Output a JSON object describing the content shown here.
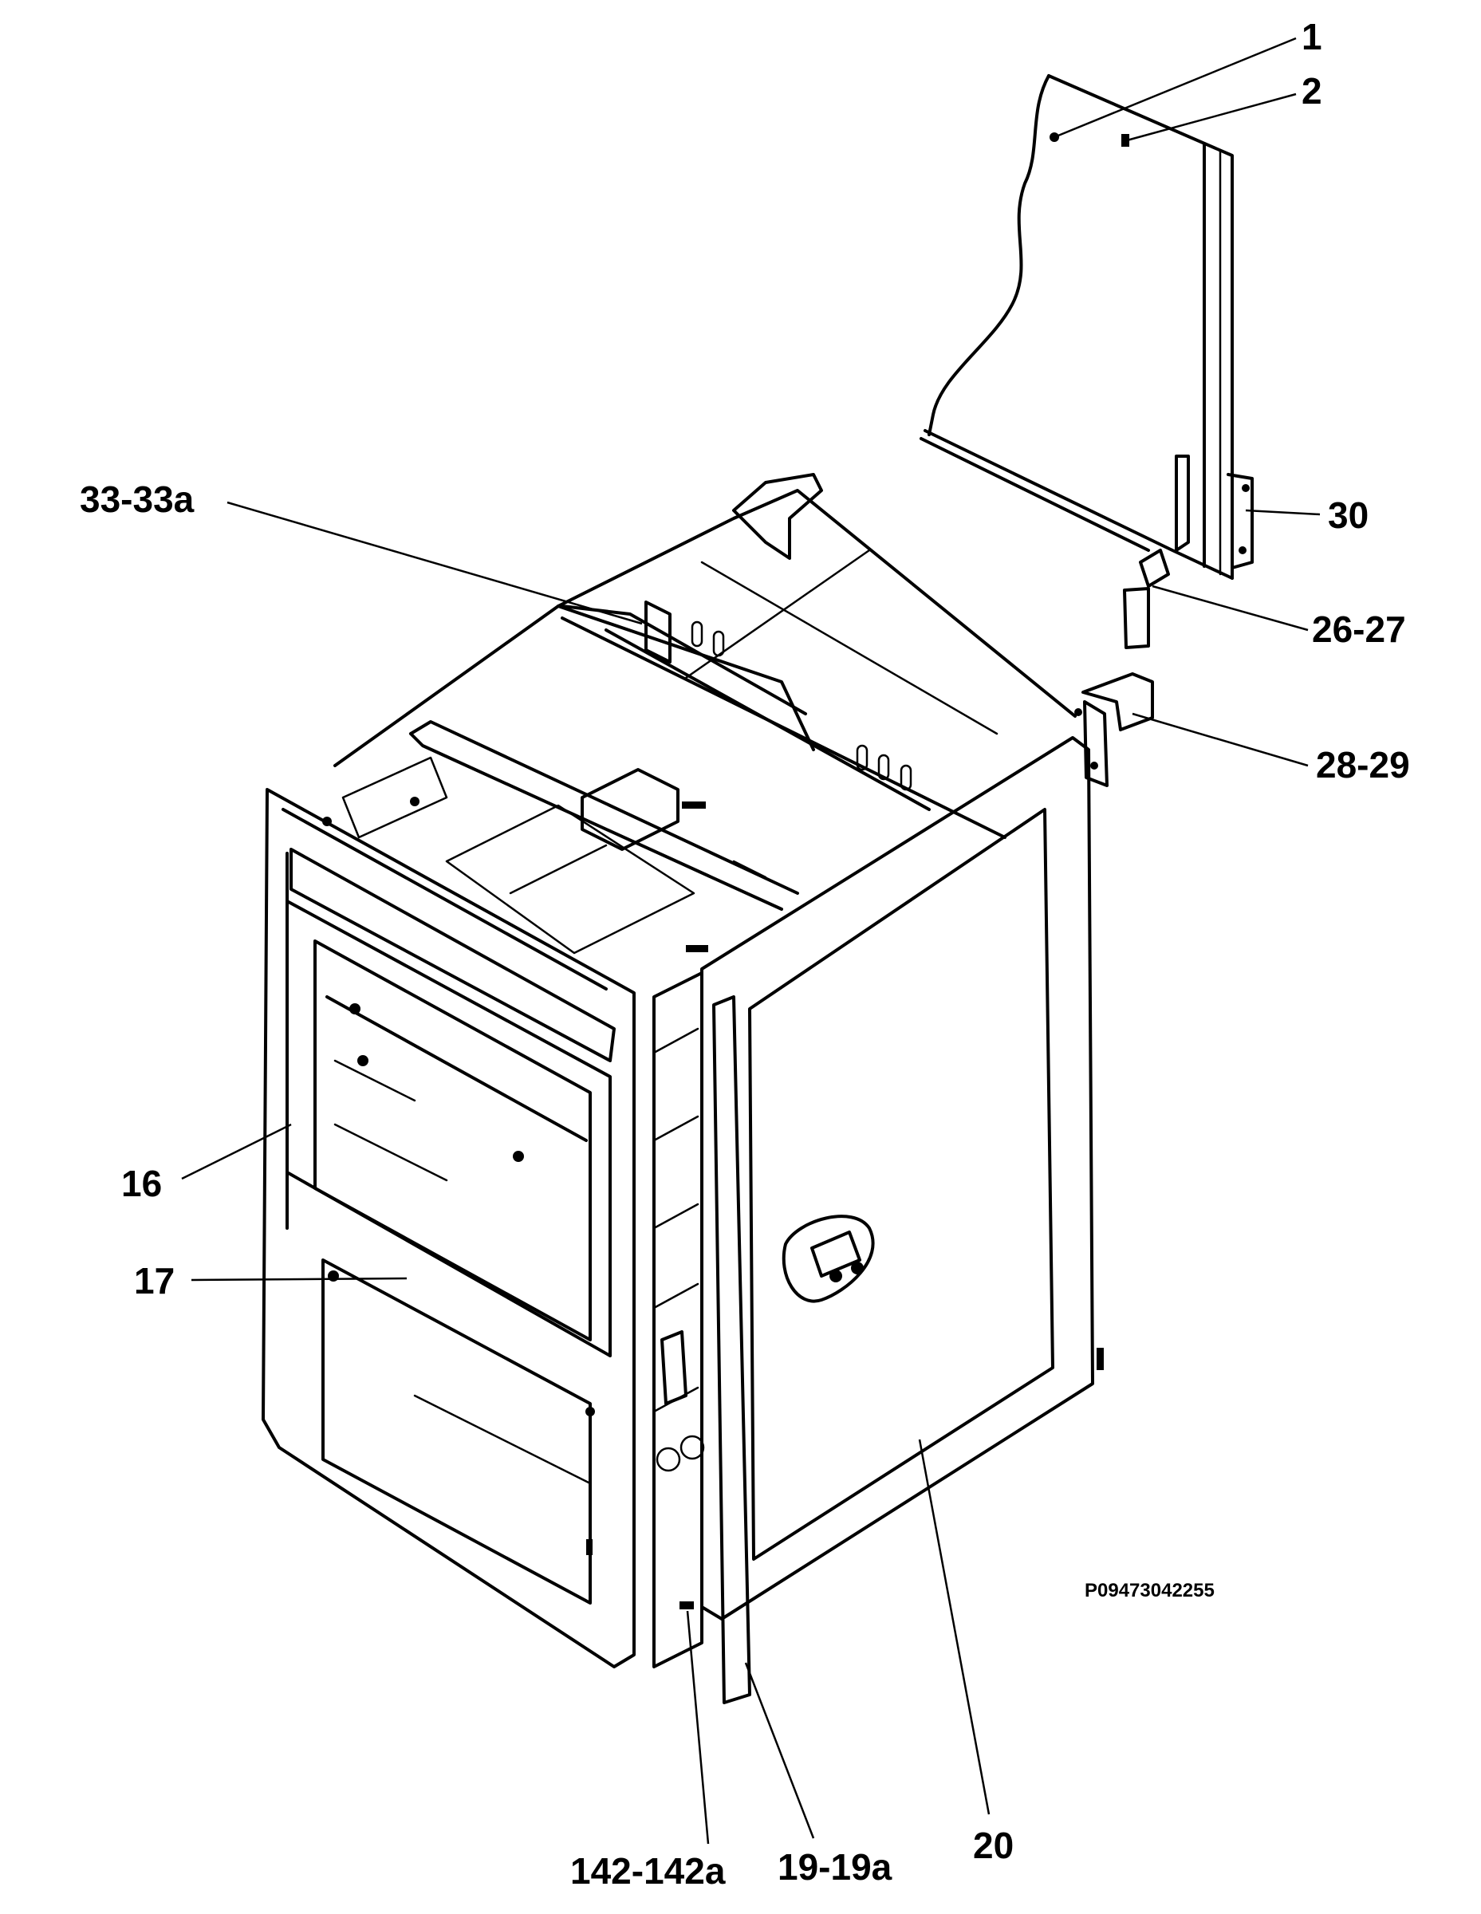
{
  "diagram": {
    "drawing_code": "P09473042255",
    "callouts": {
      "c1": "1",
      "c2": "2",
      "c30": "30",
      "c26_27": "26-27",
      "c28_29": "28-29",
      "c33_33a": "33-33a",
      "c16": "16",
      "c17": "17",
      "c142_142a": "142-142a",
      "c19_19a": "19-19a",
      "c20": "20"
    }
  }
}
